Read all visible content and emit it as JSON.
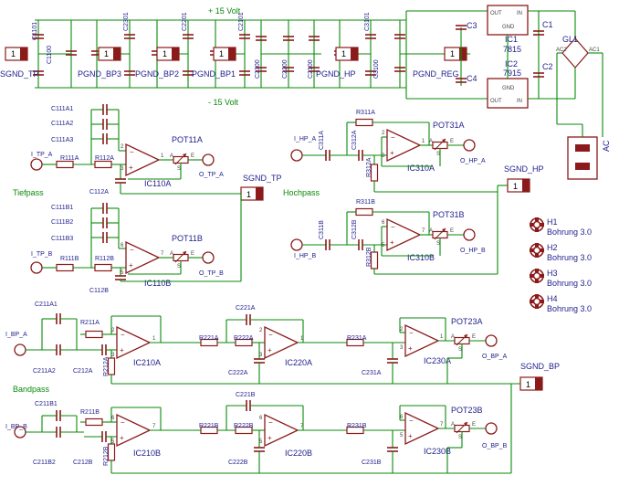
{
  "rails": {
    "positive": "+ 15 Volt",
    "negative": "- 15 Volt"
  },
  "sections": {
    "lowpass": "Tiefpass",
    "highpass": "Hochpass",
    "bandpass": "Bandpass"
  },
  "ground_connectors": {
    "gnd_tp_top": "SGND_TP",
    "gnd_bp3": "PGND_BP3",
    "gnd_bp2": "PGND_BP2",
    "gnd_bp1": "PGND_BP1",
    "gnd_hp_top": "PGND_HP",
    "gnd_reg": "PGND_REG",
    "sgnd_tp": "SGND_TP",
    "sgnd_hp": "SGND_HP",
    "sgnd_bp": "SGND_BP",
    "pin": "1"
  },
  "decoupling": {
    "c1101": "C1101",
    "c1100": "C1100",
    "c2301": "C2301",
    "c2201": "C2201",
    "c2101": "C2101",
    "c3101": "C3101",
    "c2300": "C2300",
    "c2200": "C2200",
    "c2100": "C2100",
    "c3100": "C3100"
  },
  "regulator": {
    "ic1": "IC1",
    "ic1_part": "7815",
    "ic2": "IC2",
    "ic2_part": "7915",
    "gnd": "GND",
    "in": "IN",
    "out": "OUT",
    "c1": "C1",
    "c2": "C2",
    "c3": "C3",
    "c4": "C4",
    "bridge": "GL1",
    "ac1": "AC1",
    "ac2": "AC2",
    "ac": "AC"
  },
  "holes": [
    {
      "name": "H1",
      "desc": "Bohrung 3.0"
    },
    {
      "name": "H2",
      "desc": "Bohrung 3.0"
    },
    {
      "name": "H3",
      "desc": "Bohrung 3.0"
    },
    {
      "name": "H4",
      "desc": "Bohrung 3.0"
    }
  ],
  "lowpass_a": {
    "c1": "C111A1",
    "c2": "C111A2",
    "c3": "C111A3",
    "in": "I_TP_A",
    "r1": "R111A",
    "r2": "R112A",
    "c4": "C112A",
    "opamp": "IC110A",
    "pot": "POT11A",
    "out": "O_TP_A"
  },
  "lowpass_b": {
    "c1": "C111B1",
    "c2": "C111B2",
    "c3": "C111B3",
    "in": "I_TP_B",
    "r1": "R111B",
    "r2": "R112B",
    "c4": "C112B",
    "opamp": "IC110B",
    "pot": "POT11B",
    "out": "O_TP_B"
  },
  "highpass_a": {
    "in": "I_HP_A",
    "c1": "C311A",
    "c2": "C312A",
    "r1": "R311A",
    "r2": "R312A",
    "opamp": "IC310A",
    "pot": "POT31A",
    "out": "O_HP_A"
  },
  "highpass_b": {
    "in": "I_HP_B",
    "c1": "C311B",
    "c2": "C312B",
    "r1": "R311B",
    "r2": "R312B",
    "opamp": "IC310B",
    "pot": "POT31B",
    "out": "O_HP_B"
  },
  "bandpass_a": {
    "c1": "C211A1",
    "c2": "C211A2",
    "in": "I_BP_A",
    "r1": "R211A",
    "c3": "C212A",
    "r2": "R212A",
    "op1": "IC210A",
    "r3": "R221A",
    "r4": "R222A",
    "c4": "C221A",
    "c5": "C222A",
    "op2": "IC220A",
    "r5": "R231A",
    "c6": "C231A",
    "op3": "IC230A",
    "pot": "POT23A",
    "out": "O_BP_A"
  },
  "bandpass_b": {
    "c1": "C211B1",
    "c2": "C211B2",
    "in": "I_BP_B",
    "r1": "R211B",
    "c3": "C212B",
    "r2": "R212B",
    "op1": "IC210B",
    "r3": "R221B",
    "r4": "R222B",
    "c4": "C221B",
    "c5": "C222B",
    "op2": "IC220B",
    "r5": "R231B",
    "c6": "C231B",
    "op3": "IC230B",
    "pot": "POT23B",
    "out": "O_BP_B"
  },
  "opamp_pins": {
    "a1": "1",
    "a2": "2",
    "a3": "3",
    "b5": "5",
    "b6": "6",
    "b7": "7",
    "p3": "3",
    "p2": "2",
    "p8": "8",
    "p4": "4"
  },
  "pot_pins": {
    "a": "A",
    "e": "E",
    "s": "S"
  }
}
